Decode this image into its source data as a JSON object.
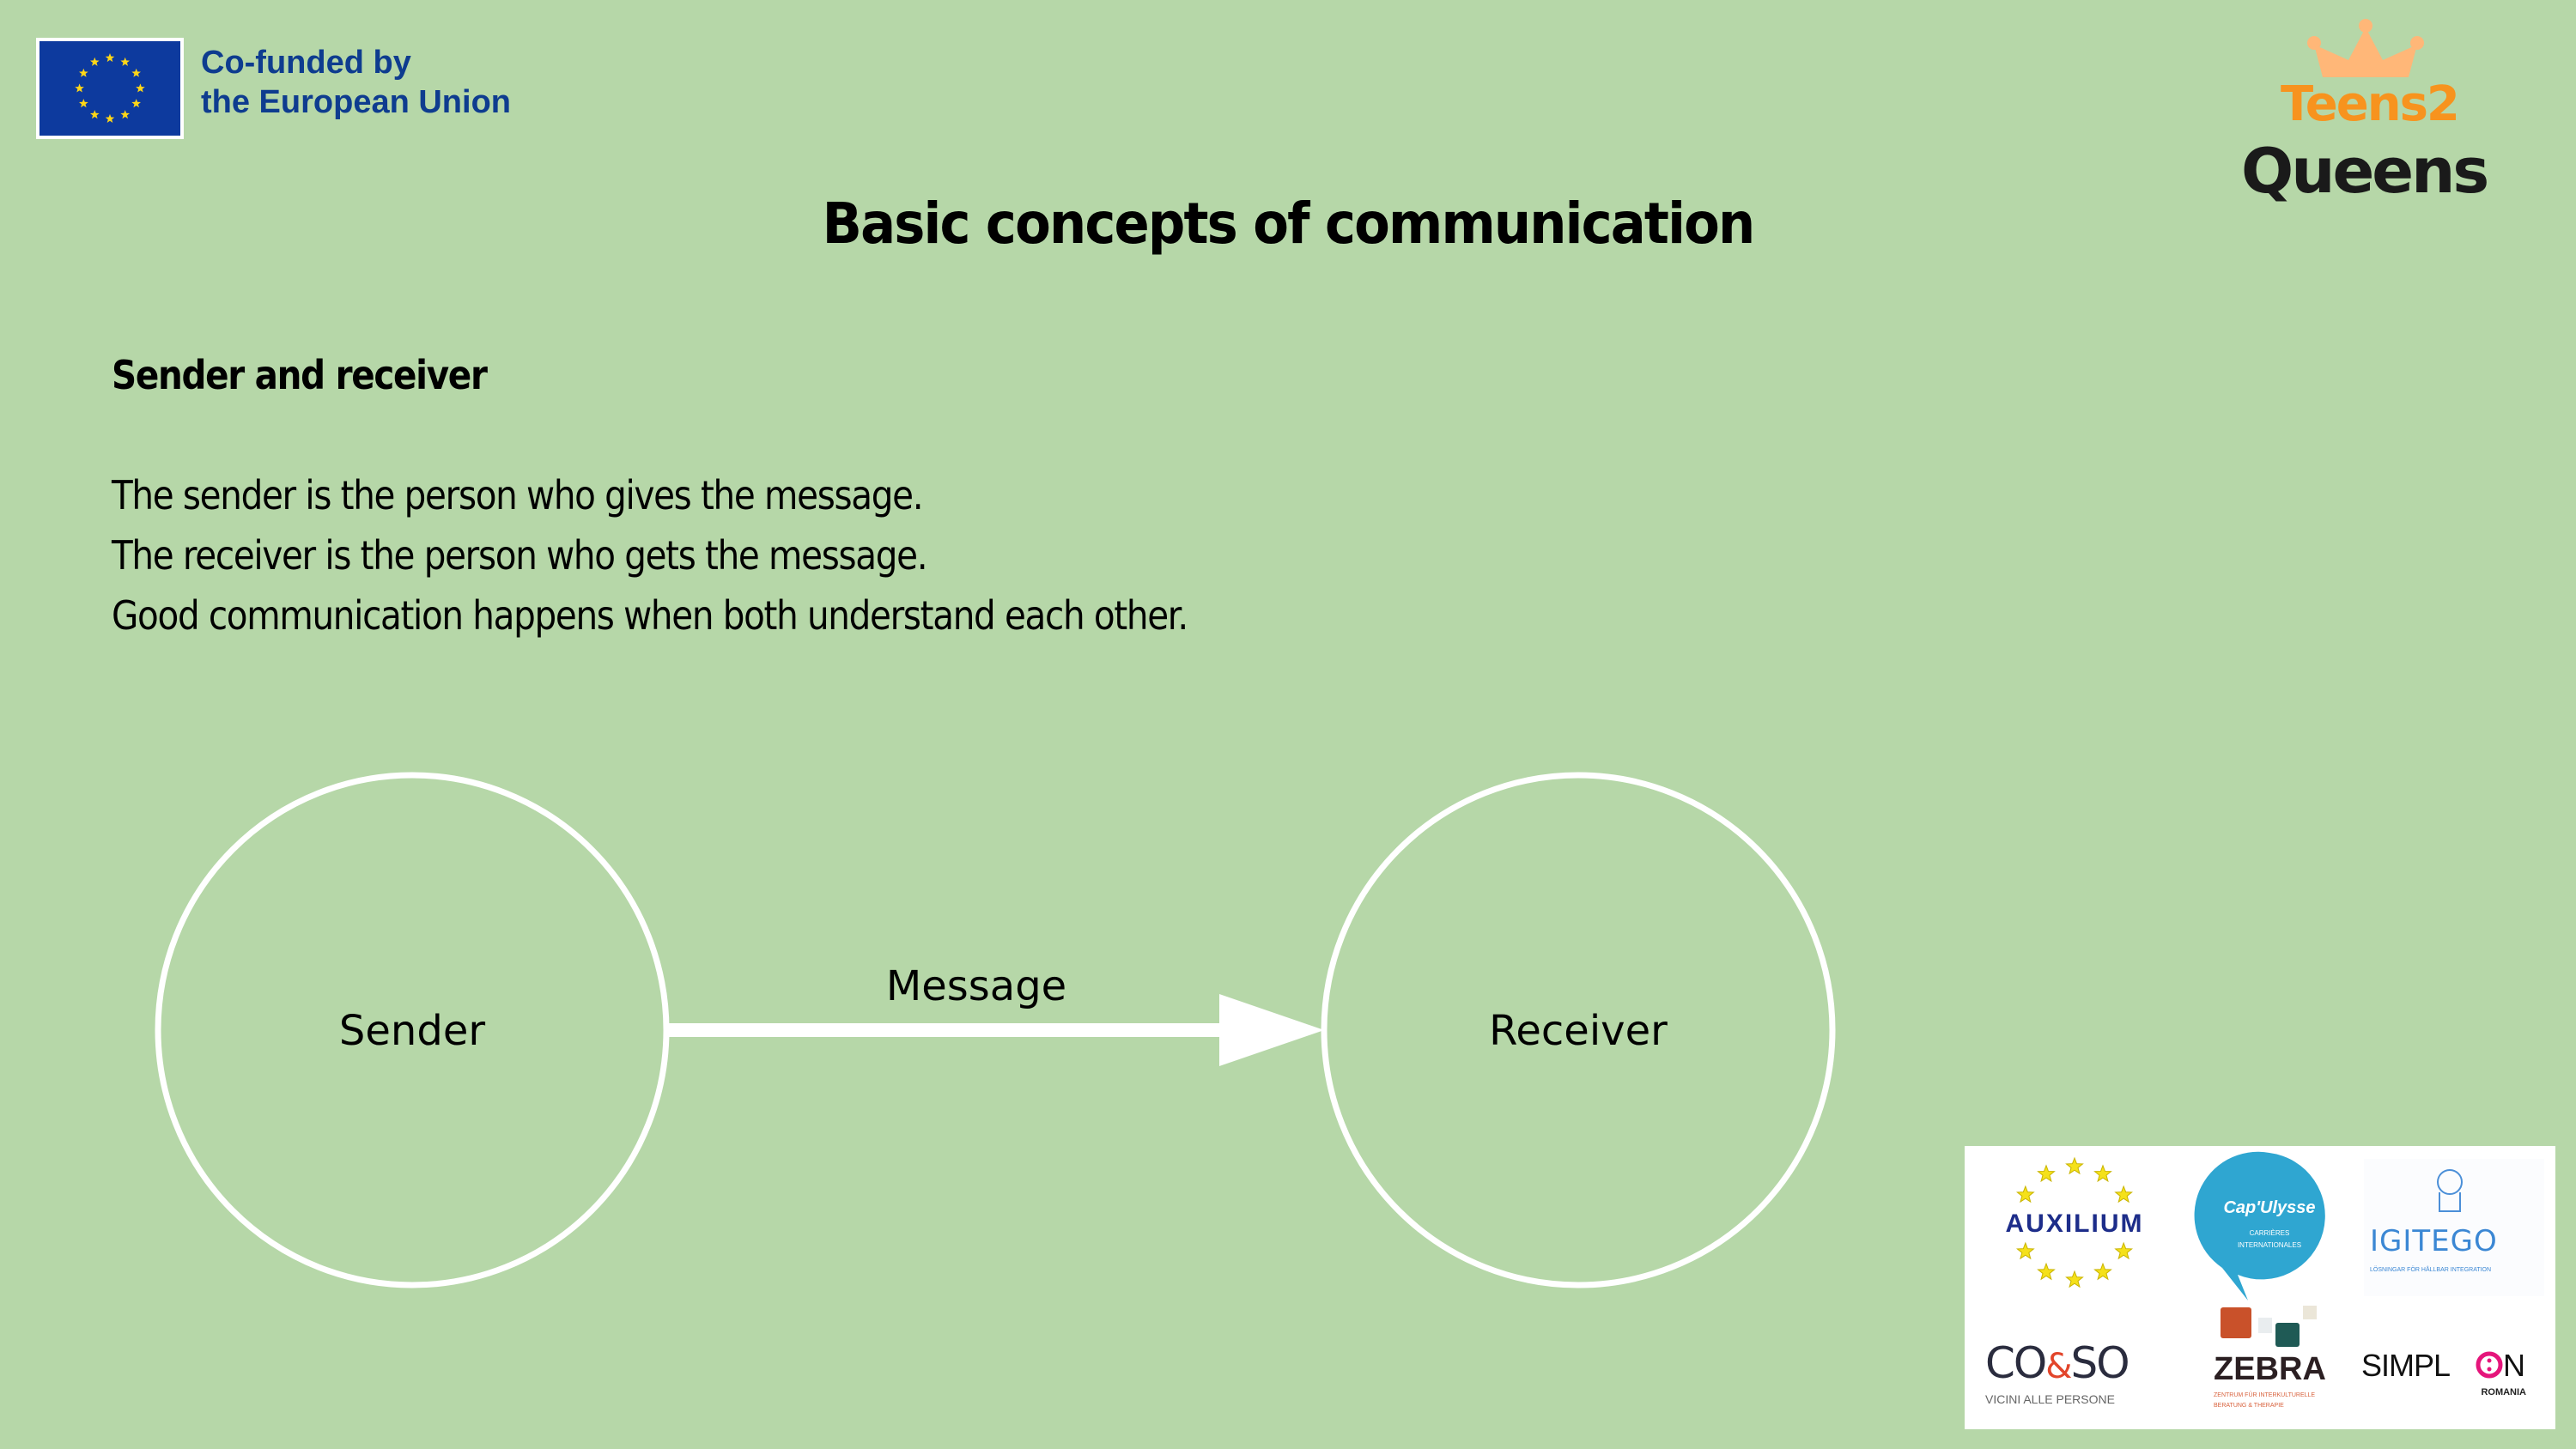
{
  "header": {
    "eu_funding": {
      "line1": "Co-funded by",
      "line2": "the European Union"
    },
    "project_logo": {
      "part1": "Teens",
      "part2": "2",
      "part3": "Queens"
    }
  },
  "slide": {
    "title": "Basic concepts of communication",
    "subheading": "Sender and receiver",
    "body": [
      "The sender is the person who gives the message.",
      "The receiver is the person who gets the message.",
      "Good communication happens when both understand each other."
    ]
  },
  "diagram": {
    "left_node": "Sender",
    "right_node": "Receiver",
    "arrow_label": "Message"
  },
  "partners": {
    "auxilium": "AUXILIUM",
    "capulysse": {
      "name": "Cap'Ulysse",
      "tagline1": "CARRIÈRES",
      "tagline2": "INTERNATIONALES"
    },
    "igitego": {
      "name": "IGITEGO",
      "tagline": "LÖSNINGAR FÖR HÅLLBAR INTEGRATION"
    },
    "coso": {
      "name_a": "CO",
      "amp": "&",
      "name_b": "SO",
      "tagline": "VICINI ALLE PERSONE"
    },
    "zebra": {
      "name": "ZEBRA",
      "tagline1": "ZENTRUM FÜR INTERKULTURELLE",
      "tagline2": "BERATUNG & THERAPIE"
    },
    "simplon": {
      "name": "SIMPL",
      "name_end": "N",
      "tagline": "ROMANIA"
    }
  },
  "colors": {
    "background": "#b6d7a8",
    "eu_blue": "#0d3a9e",
    "eu_text": "#0e3c8f",
    "eu_star": "#ffd617",
    "t2q_orange": "#f7931e",
    "t2q_yellow": "#fdbd2c",
    "t2q_crown": "#ffb778",
    "diagram_stroke": "#ffffff"
  }
}
